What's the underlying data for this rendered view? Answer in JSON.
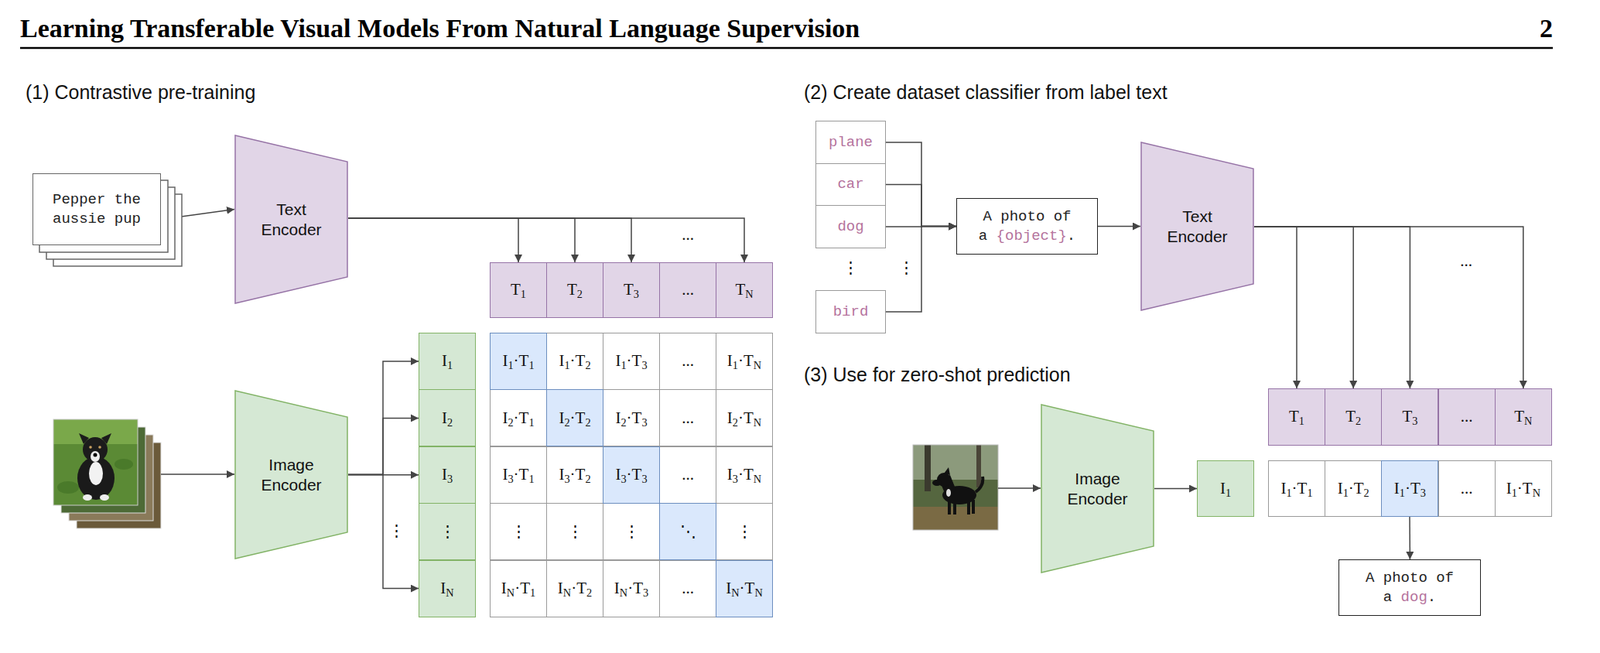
{
  "diagram": {
    "title": "Learning Transferable Visual Models From Natural Language Supervision",
    "nodes": [
      {
        "text": [
          "Pepper the aussie pup"
        ]
      },
      {
        "text": [
          "Text Encoder"
        ]
      },
      {
        "text": [
          "T1"
        ]
      },
      {
        "text": [
          "T2"
        ]
      },
      {
        "text": [
          "T3"
        ]
      },
      {
        "text": [
          "..."
        ]
      },
      {
        "text": [
          "TN"
        ]
      },
      {
        "text": [
          "Image Encoder"
        ]
      },
      {
        "text": [
          "I1"
        ]
      },
      {
        "text": [
          "I2"
        ]
      },
      {
        "text": [
          "I3"
        ]
      },
      {
        "text": [
          "⋮"
        ]
      },
      {
        "text": [
          "IN"
        ]
      },
      {
        "text": [
          "I1·T1"
        ]
      },
      {
        "text": [
          "I1·T2"
        ]
      },
      {
        "text": [
          "I1·T3"
        ]
      },
      {
        "text": [
          "..."
        ]
      },
      {
        "text": [
          "I1·TN"
        ]
      },
      {
        "text": [
          "I2·T1"
        ]
      },
      {
        "text": [
          "I2·T2"
        ]
      },
      {
        "text": [
          "I2·T3"
        ]
      },
      {
        "text": [
          "..."
        ]
      },
      {
        "text": [
          "I2·TN"
        ]
      },
      {
        "text": [
          "I3·T1"
        ]
      },
      {
        "text": [
          "I3·T2"
        ]
      },
      {
        "text": [
          "I3·T3"
        ]
      },
      {
        "text": [
          "..."
        ]
      },
      {
        "text": [
          "I3·TN"
        ]
      },
      {
        "text": [
          "⋮"
        ]
      },
      {
        "text": [
          "⋮"
        ]
      },
      {
        "text": [
          "⋮"
        ]
      },
      {
        "text": [
          "⋱"
        ]
      },
      {
        "text": [
          "⋮"
        ]
      },
      {
        "text": [
          "IN·T1"
        ]
      },
      {
        "text": [
          "IN·T2"
        ]
      },
      {
        "text": [
          "IN·T3"
        ]
      },
      {
        "text": [
          "..."
        ]
      },
      {
        "text": [
          "IN·TN"
        ]
      },
      {
        "text": [
          "plane"
        ]
      },
      {
        "text": [
          "car"
        ]
      },
      {
        "text": [
          "dog"
        ]
      },
      {
        "text": [
          "bird"
        ]
      },
      {
        "text": [
          "A photo of a {object}."
        ]
      },
      {
        "text": [
          "Text Encoder"
        ]
      },
      {
        "text": [
          "T1"
        ]
      },
      {
        "text": [
          "T2"
        ]
      },
      {
        "text": [
          "T3"
        ]
      },
      {
        "text": [
          "..."
        ]
      },
      {
        "text": [
          "TN"
        ]
      },
      {
        "text": [
          "Image Encoder"
        ]
      },
      {
        "text": [
          "I1"
        ]
      },
      {
        "text": [
          "I1·T1"
        ]
      },
      {
        "text": [
          "I1·T2"
        ]
      },
      {
        "text": [
          "I1·T3"
        ]
      },
      {
        "text": [
          "..."
        ]
      },
      {
        "text": [
          "I1·TN"
        ]
      },
      {
        "text": [
          "A photo of a dog."
        ]
      }
    ],
    "edges": [
      {
        "from": 0,
        "to": 1,
        "arrow": "to"
      },
      {
        "from": 1,
        "to": 2,
        "arrow": "to"
      },
      {
        "from": 1,
        "to": 3,
        "arrow": "to"
      },
      {
        "from": 1,
        "to": 4,
        "arrow": "to"
      },
      {
        "from": 1,
        "to": 6,
        "arrow": "to"
      },
      {
        "from": 7,
        "to": 8,
        "arrow": "to"
      },
      {
        "from": 7,
        "to": 9,
        "arrow": "to"
      },
      {
        "from": 7,
        "to": 10,
        "arrow": "to"
      },
      {
        "from": 7,
        "to": 12,
        "arrow": "to"
      },
      {
        "from": 38,
        "to": 42,
        "arrow": "to"
      },
      {
        "from": 39,
        "to": 42,
        "arrow": "to"
      },
      {
        "from": 40,
        "to": 42,
        "arrow": "to"
      },
      {
        "from": 41,
        "to": 42,
        "arrow": "to"
      },
      {
        "from": 42,
        "to": 43,
        "arrow": "to"
      },
      {
        "from": 43,
        "to": 44,
        "arrow": "to"
      },
      {
        "from": 43,
        "to": 45,
        "arrow": "to"
      },
      {
        "from": 43,
        "to": 46,
        "arrow": "to"
      },
      {
        "from": 43,
        "to": 48,
        "arrow": "to"
      },
      {
        "from": 49,
        "to": 50,
        "arrow": "to"
      },
      {
        "from": 53,
        "to": 56,
        "arrow": "to"
      }
    ],
    "labels": [
      "2",
      "(1) Contrastive pre-training",
      "(2) Create dataset classifier from label text",
      "(3) Use for zero-shot prediction",
      "...",
      "⋮",
      "⋮",
      "⋮",
      "..."
    ]
  }
}
